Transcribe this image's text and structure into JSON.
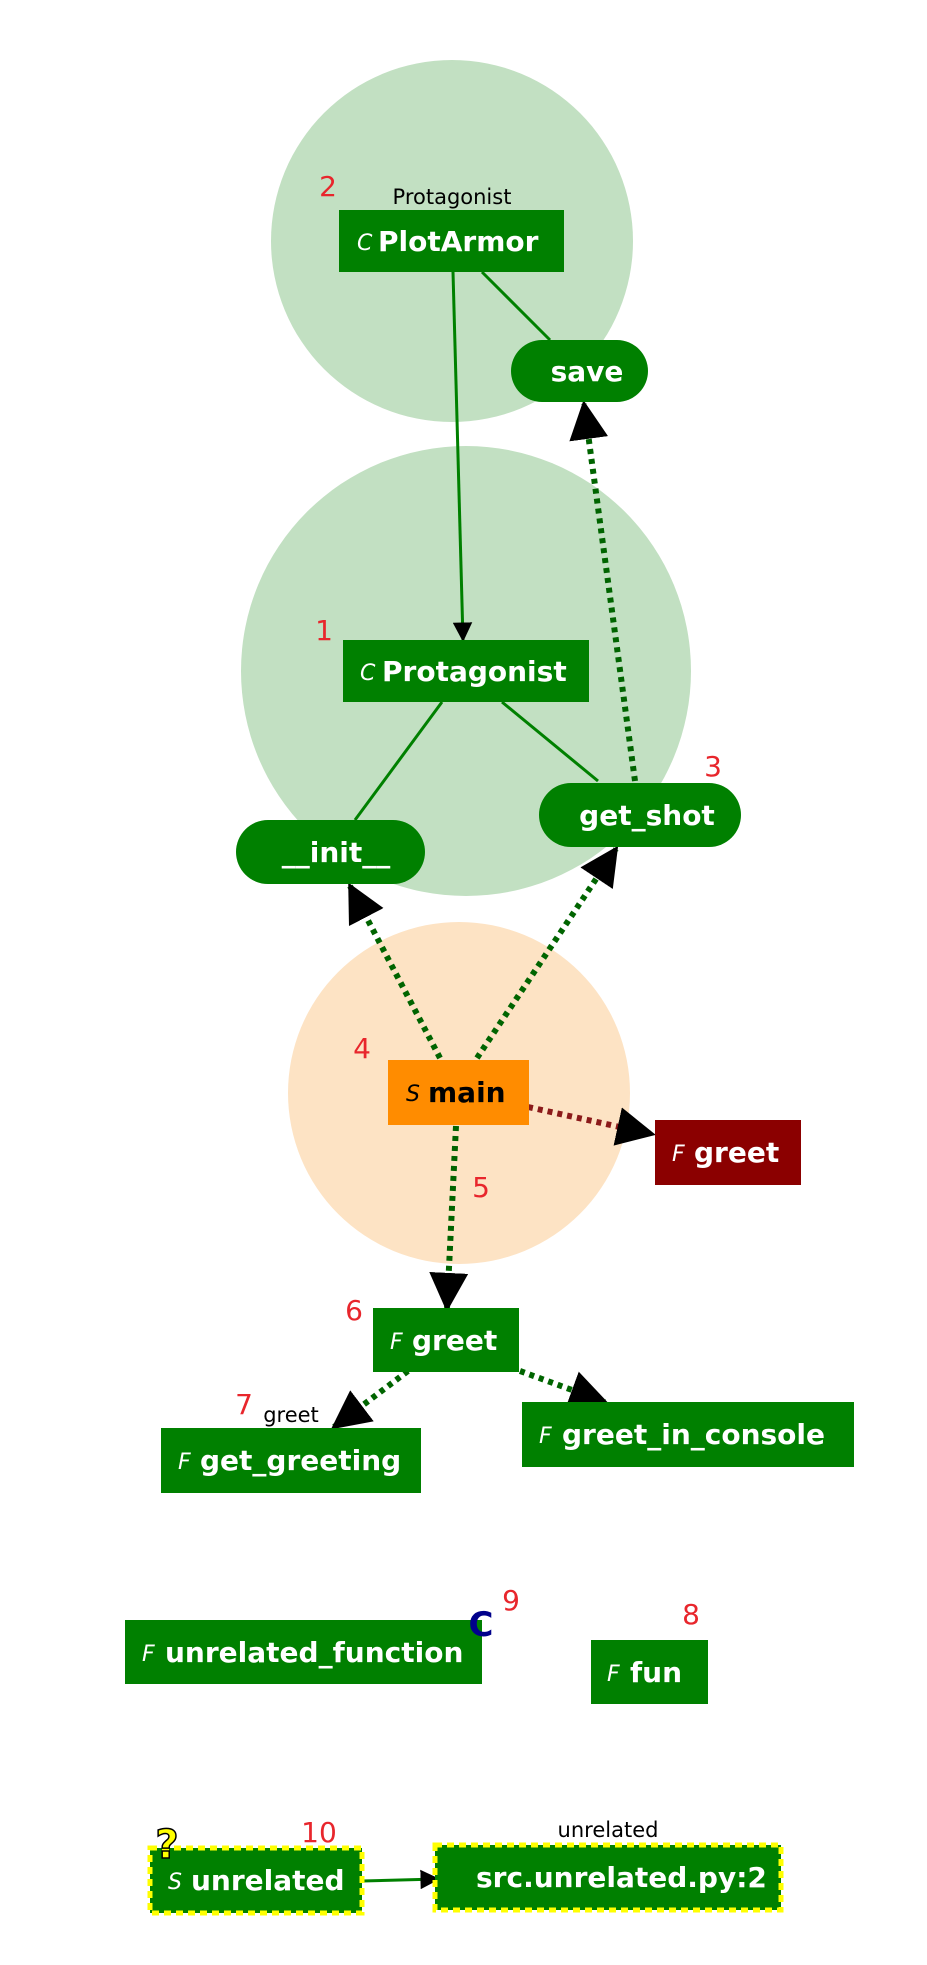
{
  "nodes": {
    "plot_armor": {
      "prefix": "C",
      "label": "PlotArmor"
    },
    "save": {
      "label": "save"
    },
    "protagonist": {
      "prefix": "C",
      "label": "Protagonist"
    },
    "init": {
      "label": "__init__"
    },
    "get_shot": {
      "label": "get_shot"
    },
    "main": {
      "prefix": "S",
      "label": "main"
    },
    "greet_external": {
      "prefix": "F",
      "label": "greet"
    },
    "greet": {
      "prefix": "F",
      "label": "greet"
    },
    "get_greeting": {
      "prefix": "F",
      "label": "get_greeting"
    },
    "greet_in_console": {
      "prefix": "F",
      "label": "greet_in_console"
    },
    "unrelated_function": {
      "prefix": "F",
      "label": "unrelated_function"
    },
    "fun": {
      "prefix": "F",
      "label": "fun"
    },
    "unrelated": {
      "prefix": "S",
      "label": "unrelated"
    },
    "src_unrelated": {
      "label": "src.unrelated.py:2"
    }
  },
  "captions": {
    "plot_armor": "Protagonist",
    "get_greeting": "greet",
    "src_unrelated": "unrelated"
  },
  "numbers": {
    "n1": "1",
    "n2": "2",
    "n3": "3",
    "n4": "4",
    "n5": "5",
    "n6": "6",
    "n7": "7",
    "n8": "8",
    "n9": "9",
    "n10": "10"
  },
  "badges": {
    "coverage": "C",
    "unknown": "?"
  },
  "colors": {
    "node_green": "#008000",
    "cluster_green": "#c2e0c2",
    "cluster_orange": "#fde3c4",
    "main_orange": "#ff8c00",
    "external_red": "#8b0000",
    "number_red": "#e8262c",
    "dashed_border": "#ffff00",
    "badge_blue": "#00008b"
  }
}
